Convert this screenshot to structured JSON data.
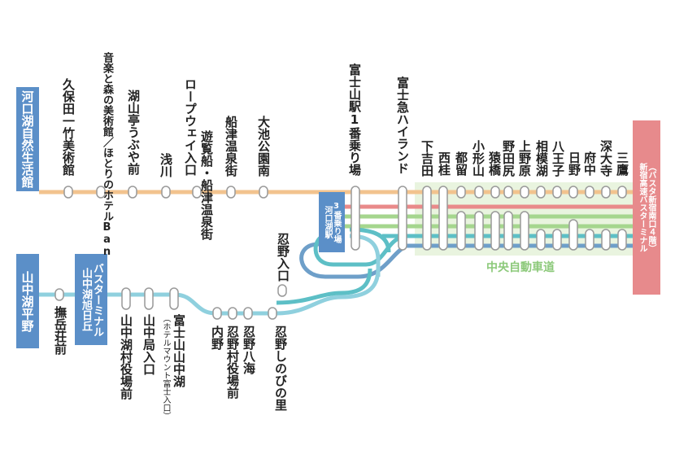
{
  "colors": {
    "orange": "#f2c38e",
    "red": "#e98a8a",
    "green": "#a5d68e",
    "teal": "#5dbfc6",
    "blue": "#6e9fc9",
    "light_blue": "#8fd0de",
    "terminal_blue": "#5b8fc8",
    "terminal_pink": "#e78a8c",
    "expressway_bg": "#e9f4df",
    "expressway_text": "#8cc97a"
  },
  "terminals": {
    "kawaguchiko_museum": "河口湖自然生活館",
    "yamanakako_hirano": "山中湖平野",
    "asahigaoka": [
      "山中湖旭日丘",
      "バスターミナル"
    ],
    "kawaguchiko_station": [
      "河口湖駅",
      "3番乗り場"
    ],
    "shinjuku": [
      "新宿高速バスターミナル",
      "（バスタ新宿南口４階）"
    ]
  },
  "stations_upper": [
    "久保田一竹美術館",
    "音楽と森の美術館／ほとりのホテルBan",
    "湖山亭うぶや前",
    "浅川",
    "ロープウェイ入口",
    "遊覧船・船津温泉街",
    "船津温泉街",
    "大池公園南",
    "富士山駅1番乗り場",
    "富士急ハイランド"
  ],
  "stations_tokyo": [
    "下吉田",
    "西桂",
    "都留",
    "小形山",
    "猿橋",
    "野田尻",
    "上野原",
    "相模湖",
    "八王子",
    "日野",
    "府中",
    "深大寺",
    "三鷹"
  ],
  "stations_lower": [
    "撫岳荘前",
    "山中湖村役場前",
    "山中局入口",
    "富士山山中湖",
    "（ホテルマウント富士入口）",
    "内野",
    "忍野村役場前",
    "忍野八海",
    "忍野しのびの里",
    "忍野入口"
  ],
  "expressway": "中央自動車道"
}
